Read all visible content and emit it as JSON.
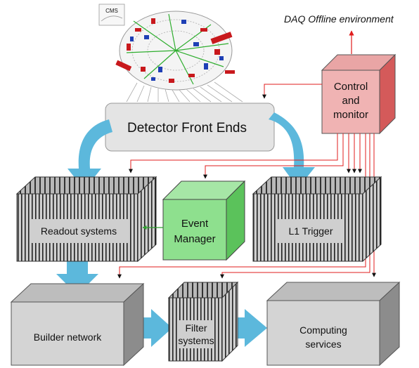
{
  "daq_offline_label": "DAQ Offline environment",
  "logo_text": "CMS",
  "control": {
    "line1": "Control",
    "line2": "and",
    "line3": "monitor"
  },
  "front_ends": "Detector Front Ends",
  "readout": "Readout systems",
  "event_manager": {
    "line1": "Event",
    "line2": "Manager"
  },
  "l1_trigger": "L1 Trigger",
  "builder": "Builder network",
  "filter": {
    "line1": "Filter",
    "line2": "systems"
  },
  "computing": {
    "line1": "Computing",
    "line2": "services"
  },
  "colors": {
    "control_front": "#f0b3b3",
    "control_side": "#d45a5a",
    "event_manager_front": "#8ee08e",
    "blue_arrow": "#5cb8dc",
    "red_line": "#e01c1c",
    "grey_box": "#d4d4d4"
  }
}
